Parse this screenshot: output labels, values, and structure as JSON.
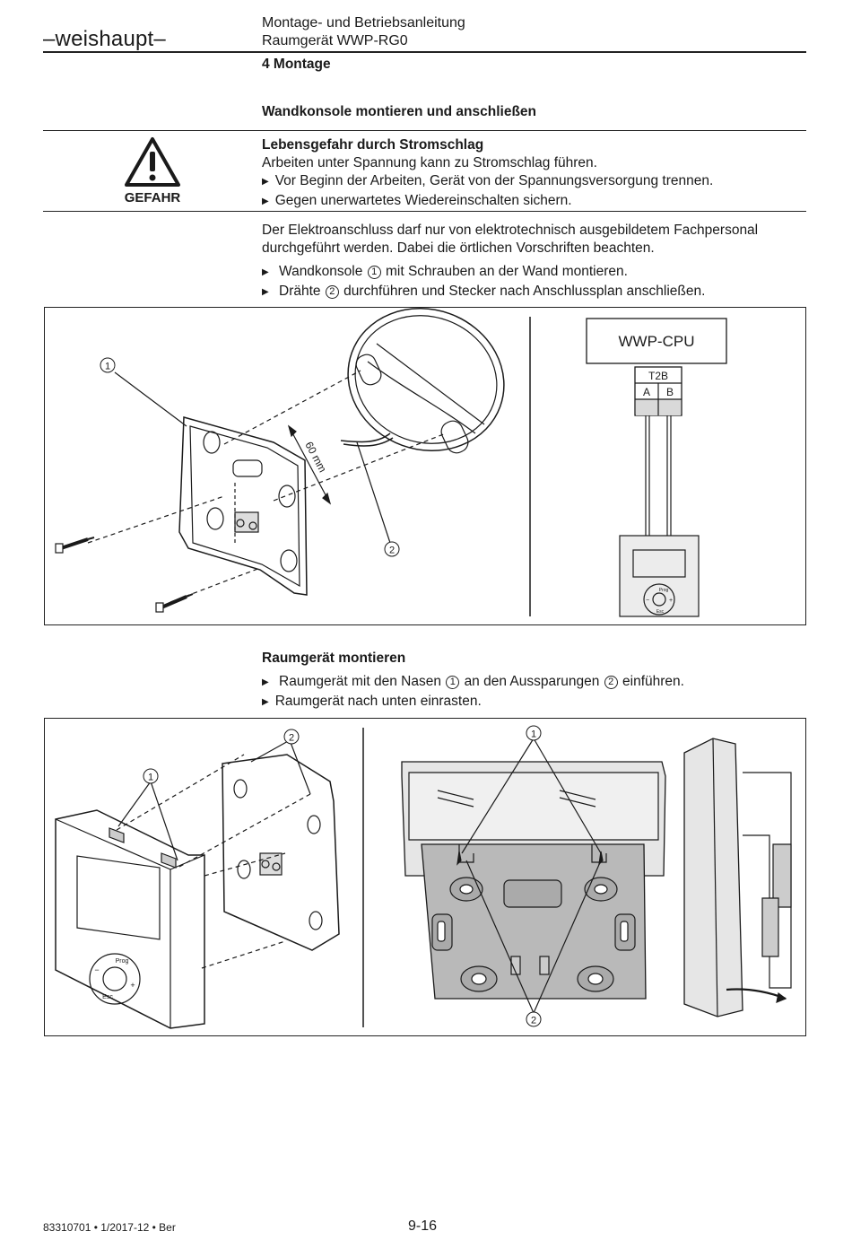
{
  "header": {
    "brand": "–weishaupt–",
    "doc_title": "Montage- und Betriebsanleitung",
    "device": "Raumgerät WWP-RG0"
  },
  "section": "4 Montage",
  "wall": {
    "title": "Wandkonsole montieren und anschließen",
    "warning": {
      "label": "GEFAHR",
      "title": "Lebensgefahr durch Stromschlag",
      "text": "Arbeiten unter Spannung kann zu Stromschlag führen.",
      "bullets": [
        "Vor Beginn der Arbeiten, Gerät von der Spannungsversorgung trennen.",
        "Gegen unerwartetes Wiedereinschalten sichern."
      ]
    },
    "para_1": "Der Elektroanschluss darf nur von elektrotechnisch ausgebildetem Fachpersonal",
    "para_2": "durchgeführt werden. Dabei die örtlichen Vorschriften beachten.",
    "step1_a": "Wandkonsole",
    "step1_b": "mit Schrauben an der Wand montieren.",
    "step2_a": "Drähte",
    "step2_b": "durchführen und Stecker nach Anschlussplan anschließen.",
    "n1": "1",
    "n2": "2"
  },
  "figure1": {
    "dimension": "60 mm",
    "callout_1": "1",
    "callout_2": "2",
    "cpu_label": "WWP-CPU",
    "terminal": "T2B",
    "pin_a": "A",
    "pin_b": "B",
    "prog": "Prog",
    "esc": "Esc",
    "minus": "−",
    "plus": "+"
  },
  "room": {
    "title": "Raumgerät montieren",
    "step1_a": "Raumgerät mit den Nasen",
    "step1_b": "an den Aussparungen",
    "step1_c": "einführen.",
    "step2": "Raumgerät nach unten einrasten.",
    "n1": "1",
    "n2": "2"
  },
  "figure2": {
    "callout_1": "1",
    "callout_2": "2",
    "prog": "Prog",
    "esc": "Esc",
    "minus": "−",
    "plus": "+"
  },
  "footer": {
    "doc_number": "83310701 • 1/2017-12 • Ber",
    "page": "9-16"
  }
}
